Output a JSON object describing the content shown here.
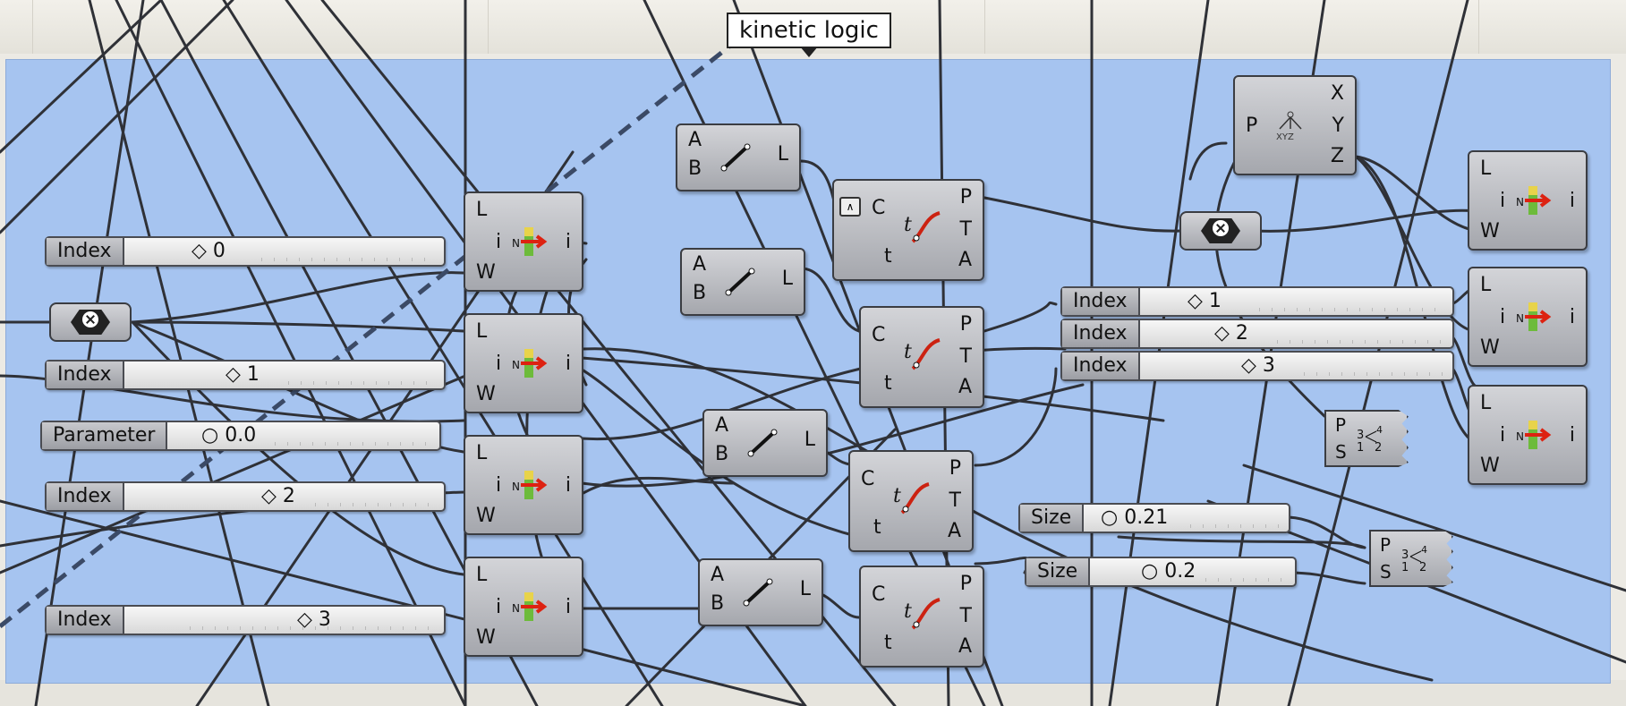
{
  "group": {
    "label": "kinetic logic"
  },
  "list_items": [
    {
      "pins_in": [
        "L",
        "i",
        "W"
      ],
      "pin_out": "i",
      "icon": "list-item-icon"
    },
    {
      "pins_in": [
        "L",
        "i",
        "W"
      ],
      "pin_out": "i",
      "icon": "list-item-icon"
    },
    {
      "pins_in": [
        "L",
        "i",
        "W"
      ],
      "pin_out": "i",
      "icon": "list-item-icon"
    },
    {
      "pins_in": [
        "L",
        "i",
        "W"
      ],
      "pin_out": "i",
      "icon": "list-item-icon"
    },
    {
      "pins_in": [
        "L",
        "i",
        "W"
      ],
      "pin_out": "i",
      "icon": "list-item-icon"
    },
    {
      "pins_in": [
        "L",
        "i",
        "W"
      ],
      "pin_out": "i",
      "icon": "list-item-icon"
    },
    {
      "pins_in": [
        "L",
        "i",
        "W"
      ],
      "pin_out": "i",
      "icon": "list-item-icon"
    }
  ],
  "lines": [
    {
      "pins_in": [
        "A",
        "B"
      ],
      "pin_out": "L",
      "icon": "line-icon"
    },
    {
      "pins_in": [
        "A",
        "B"
      ],
      "pin_out": "L",
      "icon": "line-icon"
    },
    {
      "pins_in": [
        "A",
        "B"
      ],
      "pin_out": "L",
      "icon": "line-icon"
    },
    {
      "pins_in": [
        "A",
        "B"
      ],
      "pin_out": "L",
      "icon": "line-icon"
    }
  ],
  "eval_curves": [
    {
      "pins_in": [
        "C",
        "t"
      ],
      "pins_out": [
        "P",
        "T",
        "A"
      ],
      "icon": "evaluate-curve-icon"
    },
    {
      "pins_in": [
        "C",
        "t"
      ],
      "pins_out": [
        "P",
        "T",
        "A"
      ],
      "icon": "evaluate-curve-icon"
    },
    {
      "pins_in": [
        "C",
        "t"
      ],
      "pins_out": [
        "P",
        "T",
        "A"
      ],
      "icon": "evaluate-curve-icon"
    },
    {
      "pins_in": [
        "C",
        "t"
      ],
      "pins_out": [
        "P",
        "T",
        "A"
      ],
      "icon": "evaluate-curve-icon"
    }
  ],
  "deconstruct": {
    "pin_in": "P",
    "pins_out": [
      "X",
      "Y",
      "Z"
    ],
    "icon": "deconstruct-point-icon"
  },
  "sliders": [
    {
      "label": "Index",
      "value": "0",
      "marker": "diamond"
    },
    {
      "label": "Index",
      "value": "1",
      "marker": "diamond"
    },
    {
      "label": "Parameter",
      "value": "0.0",
      "marker": "circle"
    },
    {
      "label": "Index",
      "value": "2",
      "marker": "diamond"
    },
    {
      "label": "Index",
      "value": "3",
      "marker": "diamond"
    },
    {
      "label": "Index",
      "value": "1",
      "marker": "diamond"
    },
    {
      "label": "Index",
      "value": "2",
      "marker": "diamond"
    },
    {
      "label": "Index",
      "value": "3",
      "marker": "diamond"
    },
    {
      "label": "Size",
      "value": "0.21",
      "marker": "circle"
    },
    {
      "label": "Size",
      "value": "0.2",
      "marker": "circle"
    }
  ],
  "scales": [
    {
      "pins_in": [
        "P",
        "S"
      ],
      "icon": "scale-icon"
    },
    {
      "pins_in": [
        "P",
        "S"
      ],
      "icon": "scale-icon"
    }
  ],
  "clusters": [
    {
      "icon": "close-hex-icon"
    },
    {
      "icon": "close-hex-icon"
    }
  ],
  "colors": {
    "group_fill": "#a6c4f0",
    "component": "#b8babe",
    "wire": "#2f3137"
  }
}
